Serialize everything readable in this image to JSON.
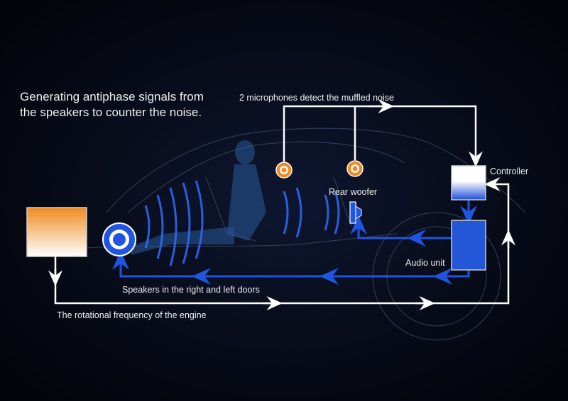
{
  "headline": {
    "line1": "Generating antiphase signals from",
    "line2": "the speakers to counter the noise."
  },
  "labels": {
    "microphones": "2 microphones detect the muffled noise",
    "controller": "Controller",
    "rear_woofer": "Rear woofer",
    "audio_unit": "Audio unit",
    "door_speakers": "Speakers in the right and left doors",
    "engine_frequency": "The rotational frequency of the engine"
  },
  "colors": {
    "signal_white": "#ffffff",
    "signal_blue": "#1f55e0",
    "engine_orange": "#f08a20",
    "mic_orange": "#f08a20",
    "background": "#05070f"
  }
}
